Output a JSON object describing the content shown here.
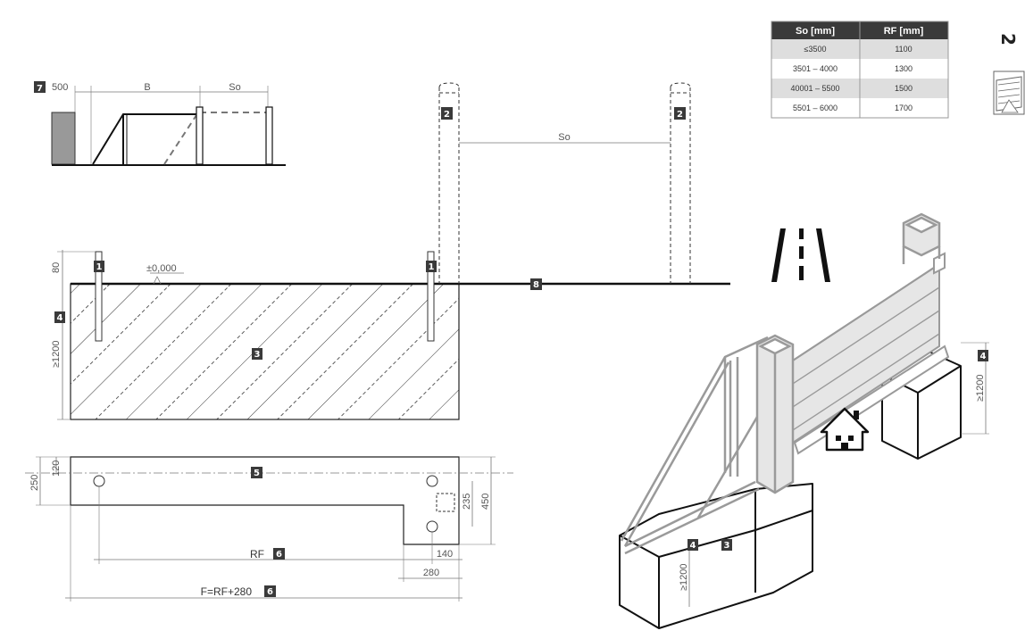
{
  "table": {
    "headers": [
      "So [mm]",
      "RF [mm]"
    ],
    "rows": [
      [
        "≤3500",
        "1100"
      ],
      [
        "3501 – 4000",
        "1300"
      ],
      [
        "40001 – 5500",
        "1500"
      ],
      [
        "5501 – 6000",
        "1700"
      ]
    ]
  },
  "page_number": "2",
  "inset": {
    "badge": "7",
    "dim_500": "500",
    "dim_B": "B",
    "dim_So": "So"
  },
  "section": {
    "dim_80": "80",
    "dim_1200": "≥1200",
    "level": "±0,000",
    "dim_So": "So",
    "badges": {
      "post": "2",
      "anchor": "1",
      "depth": "4",
      "foundation": "3",
      "ground": "8"
    }
  },
  "plan": {
    "dim_120": "120",
    "dim_250": "250",
    "dim_235": "235",
    "dim_450": "450",
    "dim_140": "140",
    "dim_280": "280",
    "rf_label": "RF",
    "f_label": "F=RF+280",
    "badges": {
      "axis": "5",
      "rf": "6",
      "f": "6"
    }
  },
  "iso": {
    "dim_1200_a": "≥1200",
    "dim_1200_b": "≥1200",
    "badges": {
      "depth_a": "4",
      "foundation": "3",
      "depth_b": "4"
    }
  },
  "colors": {
    "badge": "#3a3a3a",
    "table_header": "#3a3a3a",
    "table_alt": "#dedede",
    "gate": "#9a9a9a",
    "gate_fill": "#e6e6e6"
  }
}
